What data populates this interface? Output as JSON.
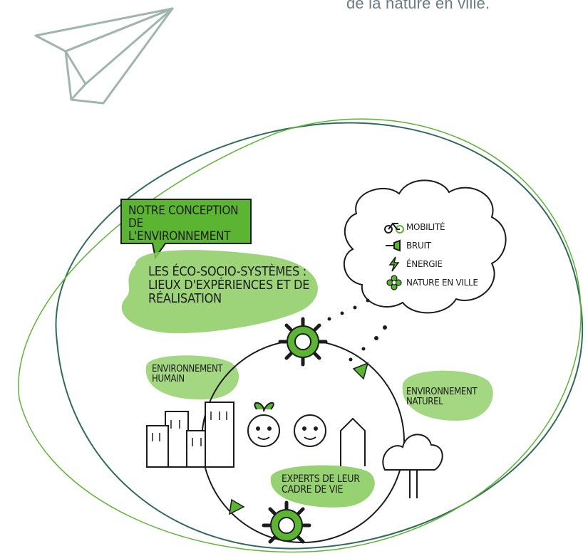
{
  "header": {
    "tagline": "de la nature en ville."
  },
  "colors": {
    "green": "#5cb532",
    "light_green": "#8ccd63",
    "dark_teal": "#2f6b5c",
    "ink": "#1c1c1c",
    "plane": "#9fb5ad"
  },
  "illustration": {
    "callout_title": "NOTRE CONCEPTION DE L'ENVIRONNEMENT",
    "callout_subtitle": "LES ÉCO-SOCIO-SYSTÈMES : LIEUX D'EXPÉRIENCES ET DE RÉALISATION",
    "human_env": "ENVIRONNEMENT HUMAIN",
    "natural_env": "ENVIRONNEMENT NATUREL",
    "experts": "EXPERTS DE LEUR CADRE DE VIE",
    "cloud_items": [
      {
        "icon": "bicycle-icon",
        "label": "MOBILITÉ"
      },
      {
        "icon": "horn-icon",
        "label": "BRUIT"
      },
      {
        "icon": "lightning-icon",
        "label": "ÉNERGIE"
      },
      {
        "icon": "flower-icon",
        "label": "NATURE EN VILLE"
      }
    ]
  }
}
